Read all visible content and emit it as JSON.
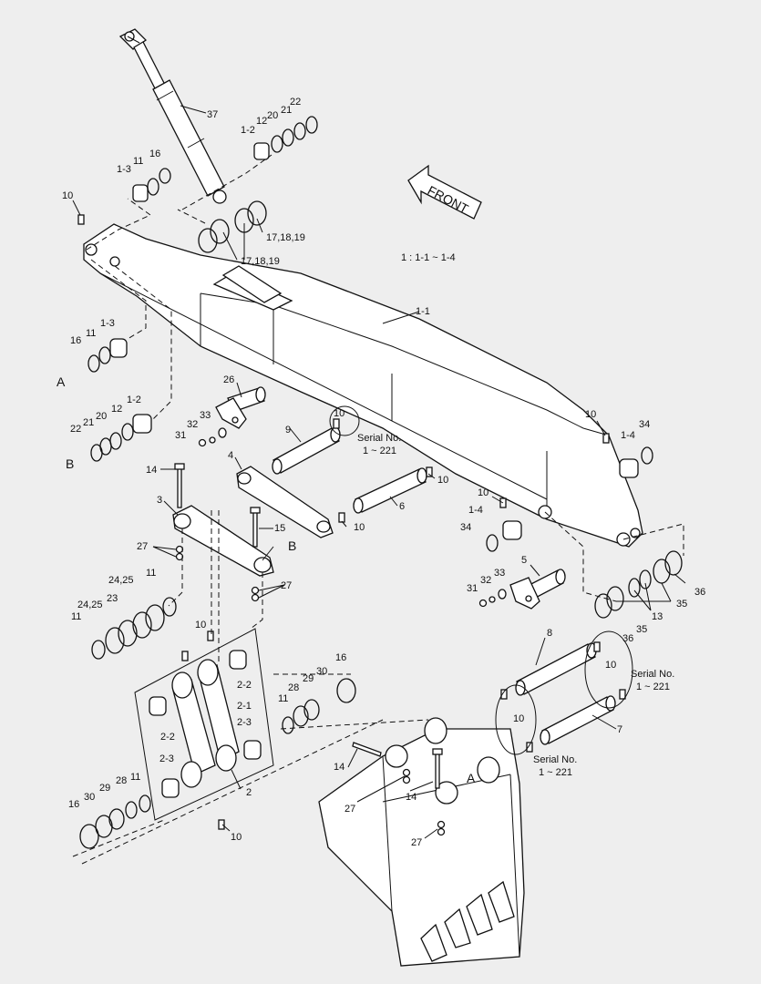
{
  "labels": {
    "p1": "1",
    "p1_1": "1-1",
    "p1_2": "1-2",
    "p1_3": "1-3",
    "p1_4": "1-4",
    "p2": "2",
    "p2_1": "2-1",
    "p2_2": "2-2",
    "p2_3": "2-3",
    "p3": "3",
    "p4": "4",
    "p5": "5",
    "p6": "6",
    "p7": "7",
    "p8": "8",
    "p9": "9",
    "p10": "10",
    "p11": "11",
    "p12": "12",
    "p13": "13",
    "p14": "14",
    "p15": "15",
    "p16": "16",
    "p17_19": "17,18,19",
    "p20": "20",
    "p21": "21",
    "p22": "22",
    "p23": "23",
    "p24_25": "24,25",
    "p26": "26",
    "p27": "27",
    "p28": "28",
    "p29": "29",
    "p30": "30",
    "p31": "31",
    "p32": "32",
    "p33": "33",
    "p34": "34",
    "p35": "35",
    "p36": "36",
    "p37": "37",
    "ref_a": "A",
    "ref_b": "B"
  },
  "note_assembly": "1 : 1-1 ~ 1-4",
  "serial_title": "Serial No.",
  "serial_range": "1 ~ 221",
  "front_label": "FRONT"
}
